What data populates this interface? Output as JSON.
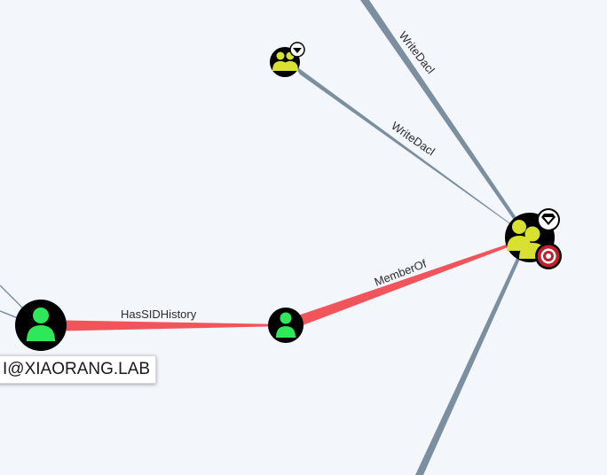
{
  "edges": {
    "top_right_writedacl": "WriteDacl",
    "group_writedacl": "WriteDacl",
    "has_sid_history": "HasSIDHistory",
    "member_of": "MemberOf"
  },
  "nodes": {
    "user_main_label": "I@XIAORANG.LAB"
  },
  "colors": {
    "background": "#f3f6fb",
    "edge_gray": "#7b8fa0",
    "edge_red": "#f2545b",
    "user_green": "#2ee85a",
    "group_yellow": "#d8e030",
    "node_black": "#000000",
    "target_red": "#c0202c"
  },
  "icons": [
    "user-icon",
    "group-icon",
    "diamond-badge-icon",
    "target-badge-icon"
  ]
}
